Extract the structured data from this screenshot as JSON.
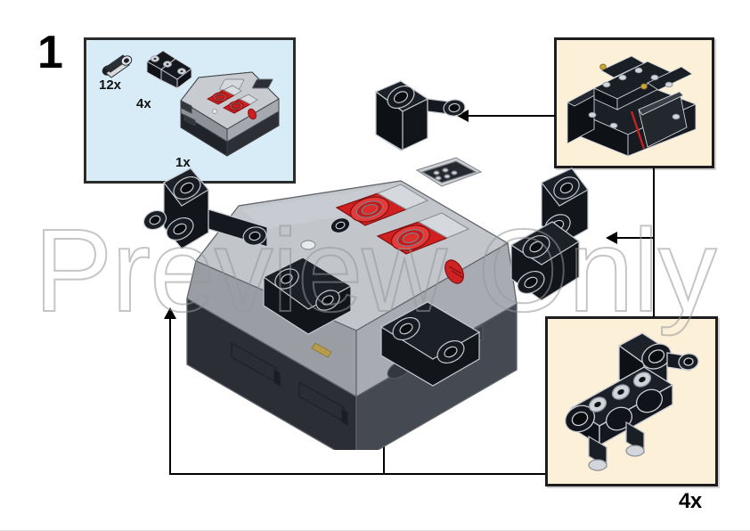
{
  "page": {
    "step_number": "1",
    "watermark": "Preview Only",
    "background_color": "#ffffff"
  },
  "parts_box": {
    "background_color": "#d7ecf7",
    "border_color": "#2b2b2b",
    "parts": [
      {
        "name": "technic-pin-black",
        "quantity": "12x"
      },
      {
        "name": "technic-angular-beam-3x5",
        "quantity": "4x"
      },
      {
        "name": "ev3-programmable-brick",
        "quantity": "1x"
      }
    ]
  },
  "insets": [
    {
      "name": "inset-subassembly-chassis",
      "background_color": "#fcf0d8",
      "border_color": "#1d1d1d",
      "quantity": ""
    },
    {
      "name": "inset-angular-beam-detail",
      "background_color": "#fcf0d8",
      "border_color": "#1d1d1d",
      "quantity": "4x"
    }
  ],
  "main_model": {
    "name": "ev3-brick-with-corner-beams",
    "brick_body_color": "#a9adb2",
    "brick_base_color": "#3c4147",
    "button_color": "#d42020",
    "beam_color": "#16181d"
  },
  "callouts": [
    {
      "name": "callout-arrow-top",
      "direction": "left"
    },
    {
      "name": "callout-arrow-middle",
      "direction": "left"
    },
    {
      "name": "callout-arrow-bottom-left",
      "direction": "up"
    },
    {
      "name": "callout-arrow-bottom-right",
      "direction": "up"
    }
  ]
}
